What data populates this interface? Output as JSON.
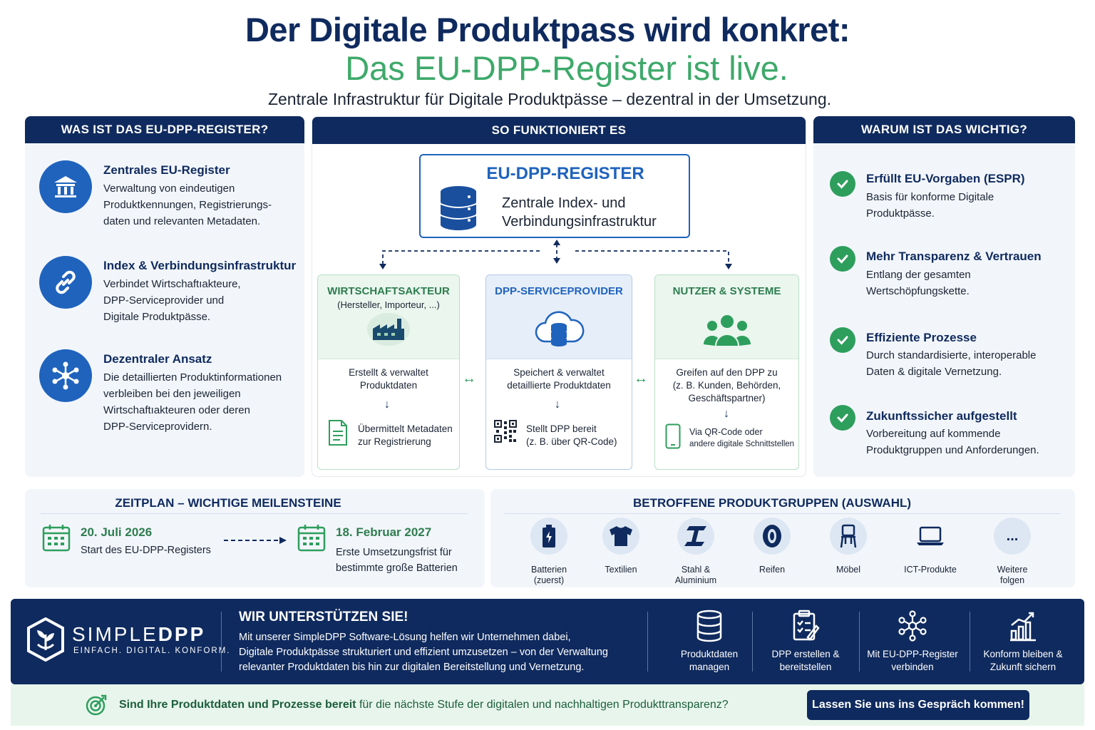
{
  "header": {
    "title": "Der Digitale Produktpass wird konkret:",
    "subtitle": "Das EU-DPP-Register ist live.",
    "tagline": "Zentrale Infrastruktur für Digitale Produktpässe – dezentral in der Umsetzung."
  },
  "left": {
    "heading": "WAS IST DAS EU-DPP-REGISTER?",
    "items": [
      {
        "icon": "bank-icon",
        "title": "Zentrales EU-Register",
        "text": [
          "Verwaltung von eindeutigen",
          "Produktkennungen, Registrierungs-",
          "daten und relevanten Metadaten."
        ]
      },
      {
        "icon": "link-icon",
        "title": "Index & Verbindungsinfrastruktur",
        "text": [
          "Verbindet Wirtschaftıakteure,",
          "DPP-Serviceprovider und",
          "Digitale Produktpässe."
        ]
      },
      {
        "icon": "network-icon",
        "title": "Dezentraler Ansatz",
        "text": [
          "Die detaillierten Produktinformationen",
          "verbleiben bei den jeweiligen",
          "Wirtschaftıakteuren oder deren",
          "DPP-Serviceprovidern."
        ]
      }
    ]
  },
  "middle": {
    "heading": "SO FUNKTIONIERT ES",
    "register": {
      "title": "EU-DPP-REGISTER",
      "text": [
        "Zentrale Index- und",
        "Verbindungsinfrastruktur"
      ]
    },
    "columns": [
      {
        "title": "WIRTSCHAFTSAKTEUR",
        "subtitle": "(Hersteller, Importeur, ...)",
        "text1": [
          "Erstellt & verwaltet",
          "Produktdaten"
        ],
        "text2": [
          "Übermittelt Metadaten",
          "zur Registrierung"
        ]
      },
      {
        "title": "DPP-SERVICEPROVIDER",
        "subtitle": "",
        "text1": [
          "Speichert & verwaltet",
          "detaillierte Produktdaten"
        ],
        "text2": [
          "Stellt DPP bereit",
          "(z. B. über QR-Code)"
        ]
      },
      {
        "title": "NUTZER & SYSTEME",
        "subtitle": "",
        "text1": [
          "Greifen auf den DPP zu",
          "(z. B. Kunden, Behörden,",
          "Geschäftspartner)"
        ],
        "text2": [
          "Via QR-Code oder",
          "andere digitale Schnittstellen"
        ]
      }
    ]
  },
  "right": {
    "heading": "WARUM IST DAS WICHTIG?",
    "items": [
      {
        "title": "Erfüllt EU-Vorgaben (ESPR)",
        "text": [
          "Basis für konforme Digitale",
          "Produktpässe."
        ]
      },
      {
        "title": "Mehr Transparenz & Vertrauen",
        "text": [
          "Entlang der gesamten",
          "Wertschöpfungskette."
        ]
      },
      {
        "title": "Effiziente Prozesse",
        "text": [
          "Durch standardisierte, interoperable",
          "Daten & digitale Vernetzung."
        ]
      },
      {
        "title": "Zukunftssicher aufgestellt",
        "text": [
          "Vorbereitung auf kommende",
          "Produktgruppen und Anforderungen."
        ]
      }
    ]
  },
  "timeline": {
    "heading": "ZEITPLAN – WICHTIGE MEILENSTEINE",
    "milestones": [
      {
        "date": "20. Juli 2026",
        "text": [
          "Start des EU-DPP-Registers"
        ]
      },
      {
        "date": "18. Februar 2027",
        "text": [
          "Erste Umsetzungsfrist für",
          "bestimmte große Batterien"
        ]
      }
    ]
  },
  "products": {
    "heading": "BETROFFENE PRODUKTGRUPPEN (AUSWAHL)",
    "items": [
      {
        "icon": "battery-icon",
        "label": [
          "Batterien",
          "(zuerst)"
        ]
      },
      {
        "icon": "tshirt-icon",
        "label": [
          "Textilien"
        ]
      },
      {
        "icon": "steel-beam-icon",
        "label": [
          "Stahl &",
          "Aluminium"
        ]
      },
      {
        "icon": "tire-icon",
        "label": [
          "Reifen"
        ]
      },
      {
        "icon": "chair-icon",
        "label": [
          "Möbel"
        ]
      },
      {
        "icon": "laptop-icon",
        "label": [
          "ICT-Produkte"
        ]
      },
      {
        "icon": "more-icon",
        "label": [
          "Weitere",
          "folgen"
        ],
        "symbol": "..."
      }
    ]
  },
  "banner": {
    "brand_a": "SIMPLE",
    "brand_b": "DPP",
    "slogan": "EINFACH. DIGITAL. KONFORM.",
    "heading": "WIR UNTERSTÜTZEN SIE!",
    "text": [
      "Mit unserer SimpleDPP Software-Lösung helfen wir Unternehmen dabei,",
      "Digitale Produktpässe strukturiert und effizient umzusetzen – von der Verwaltung",
      "relevanter Produktdaten bis hin zur digitalen Bereitstellung und Vernetzung."
    ],
    "features": [
      {
        "icon": "database-icon",
        "label": [
          "Produktdaten",
          "managen"
        ]
      },
      {
        "icon": "clipboard-check-icon",
        "label": [
          "DPP erstellen &",
          "bereitstellen"
        ]
      },
      {
        "icon": "network-icon",
        "label": [
          "Mit EU-DPP-Register",
          "verbinden"
        ]
      },
      {
        "icon": "chart-growth-icon",
        "label": [
          "Konform bleiben &",
          "Zukunft sichern"
        ]
      }
    ]
  },
  "cta": {
    "bold": "Sind Ihre Produktdaten und Prozesse bereit",
    "rest": " für die nächste Stufe der digitalen und nachhaltigen Produkttransparenz?",
    "button": "Lassen Sie uns ins Gespräch kommen!"
  },
  "colors": {
    "navy": "#0f2a5e",
    "green": "#3ea96a",
    "blue": "#1f63bd",
    "panel": "#f2f6fb"
  }
}
